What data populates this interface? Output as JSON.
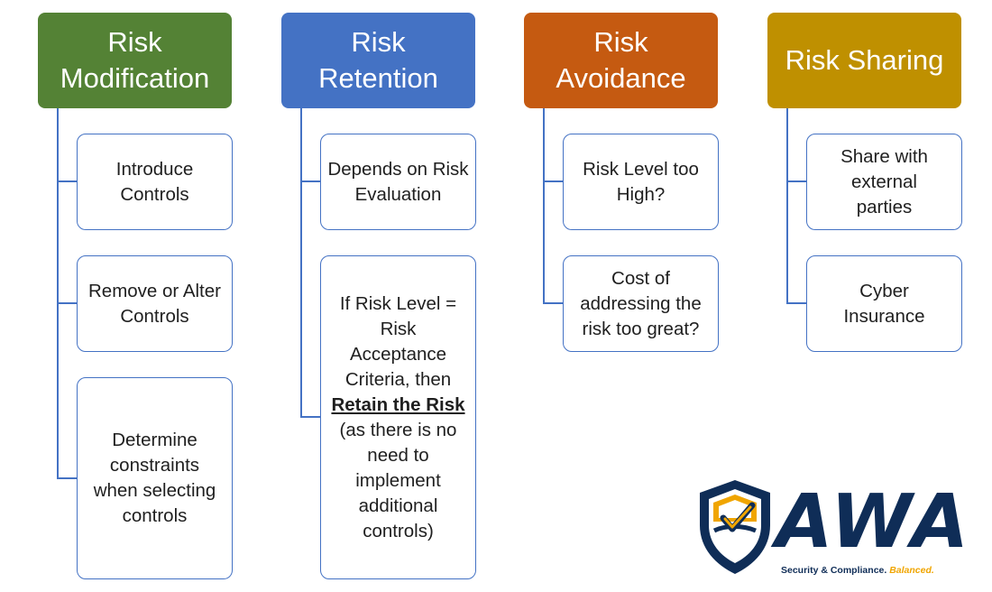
{
  "colors": {
    "modification": "#548235",
    "retention": "#4472c4",
    "avoidance": "#c55a11",
    "sharing": "#bf9000",
    "connector": "#4472c4",
    "logo_navy": "#0f2d57",
    "logo_gold": "#f0a500"
  },
  "columns": [
    {
      "title": "Risk\nModification",
      "items": [
        "Introduce Controls",
        "Remove or Alter Controls",
        "Determine constraints when selecting controls"
      ]
    },
    {
      "title": "Risk\nRetention",
      "items": [
        "Depends on Risk Evaluation"
      ],
      "detail": {
        "before": "If Risk Level = Risk Acceptance Criteria, then ",
        "emphasis": "Retain the Risk",
        "after": " (as there is no need to implement additional controls)"
      }
    },
    {
      "title": "Risk\nAvoidance",
      "items": [
        "Risk Level too High?",
        "Cost of addressing the risk too great?"
      ]
    },
    {
      "title": "Risk Sharing",
      "items": [
        "Share with external parties",
        "Cyber Insurance"
      ]
    }
  ],
  "logo": {
    "icon": "shield-check-icon",
    "wordmark": "AWA",
    "tagline": "Security & Compliance.",
    "tagline_accent": "Balanced."
  }
}
